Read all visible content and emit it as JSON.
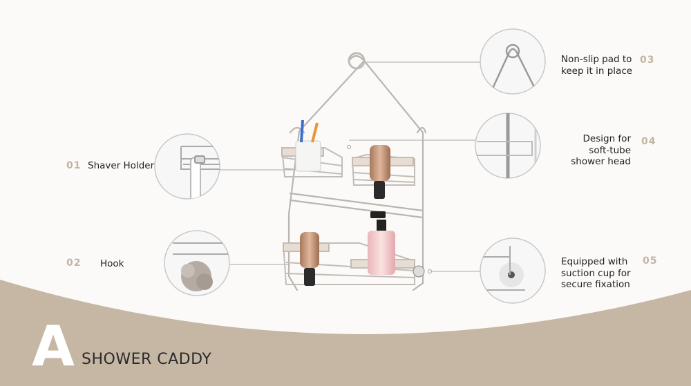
{
  "brand": {
    "accent": "#c2b4a3",
    "band": "#c6b7a4",
    "background": "#fbfaf8"
  },
  "title": {
    "letter": "A",
    "text": "SHOWER CADDY"
  },
  "features": [
    {
      "num": "01",
      "label": "Shaver Holder",
      "icon": "shaver-holder-detail"
    },
    {
      "num": "02",
      "label": "Hook",
      "icon": "loofah-hook-detail"
    },
    {
      "num": "03",
      "label": "Non-slip pad to\nkeep it in place",
      "icon": "non-slip-pad-detail"
    },
    {
      "num": "04",
      "label": "Design for\nsoft-tube\nshower head",
      "icon": "shower-hose-detail"
    },
    {
      "num": "05",
      "label": "Equipped with\nsuction cup for\nsecure fixation",
      "icon": "suction-cup-detail"
    }
  ]
}
